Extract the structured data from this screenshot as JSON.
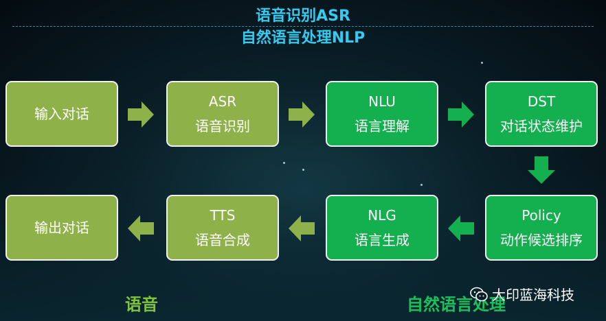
{
  "title": {
    "line1": "语音识别ASR",
    "line2": "自然语言处理NLP"
  },
  "nodes": [
    {
      "lines": [
        "输入对话"
      ],
      "style": "olive"
    },
    {
      "lines": [
        "ASR",
        "语音识别"
      ],
      "style": "olive"
    },
    {
      "lines": [
        "NLU",
        "语言理解"
      ],
      "style": "green"
    },
    {
      "lines": [
        "DST",
        "对话状态维护"
      ],
      "style": "green"
    },
    {
      "lines": [
        "Policy",
        "动作候选排序"
      ],
      "style": "green"
    },
    {
      "lines": [
        "NLG",
        "语言生成"
      ],
      "style": "green"
    },
    {
      "lines": [
        "TTS",
        "语音合成"
      ],
      "style": "olive"
    },
    {
      "lines": [
        "输出对话"
      ],
      "style": "olive"
    }
  ],
  "bottom": {
    "speech_label": "语音",
    "nlp_label": "自然语言处理"
  },
  "watermark": {
    "text": "大印蓝海科技",
    "icon": "wechat-icon"
  },
  "colors": {
    "olive": "#8fb14a",
    "green": "#14b04f",
    "title": "#33ccf0"
  }
}
